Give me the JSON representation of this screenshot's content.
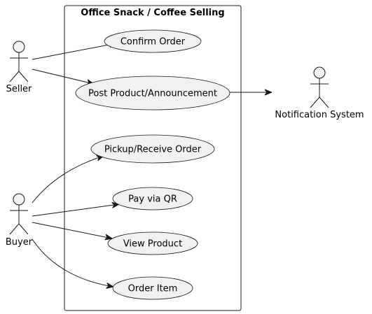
{
  "diagram": {
    "type": "use-case",
    "system_title": "Office Snack / Coffee Selling",
    "actors": [
      {
        "id": "seller",
        "label": "Seller"
      },
      {
        "id": "buyer",
        "label": "Buyer"
      },
      {
        "id": "notification",
        "label": "Notification System"
      }
    ],
    "use_cases": [
      {
        "id": "confirm",
        "label": "Confirm Order"
      },
      {
        "id": "post",
        "label": "Post Product/Announcement"
      },
      {
        "id": "pickup",
        "label": "Pickup/Receive Order"
      },
      {
        "id": "pay",
        "label": "Pay via QR"
      },
      {
        "id": "view",
        "label": "View Product"
      },
      {
        "id": "order",
        "label": "Order Item"
      }
    ],
    "relations": [
      {
        "from": "seller",
        "to": "confirm"
      },
      {
        "from": "seller",
        "to": "post"
      },
      {
        "from": "post",
        "to": "notification"
      },
      {
        "from": "buyer",
        "to": "pickup"
      },
      {
        "from": "buyer",
        "to": "pay"
      },
      {
        "from": "buyer",
        "to": "view"
      },
      {
        "from": "buyer",
        "to": "order"
      }
    ]
  }
}
